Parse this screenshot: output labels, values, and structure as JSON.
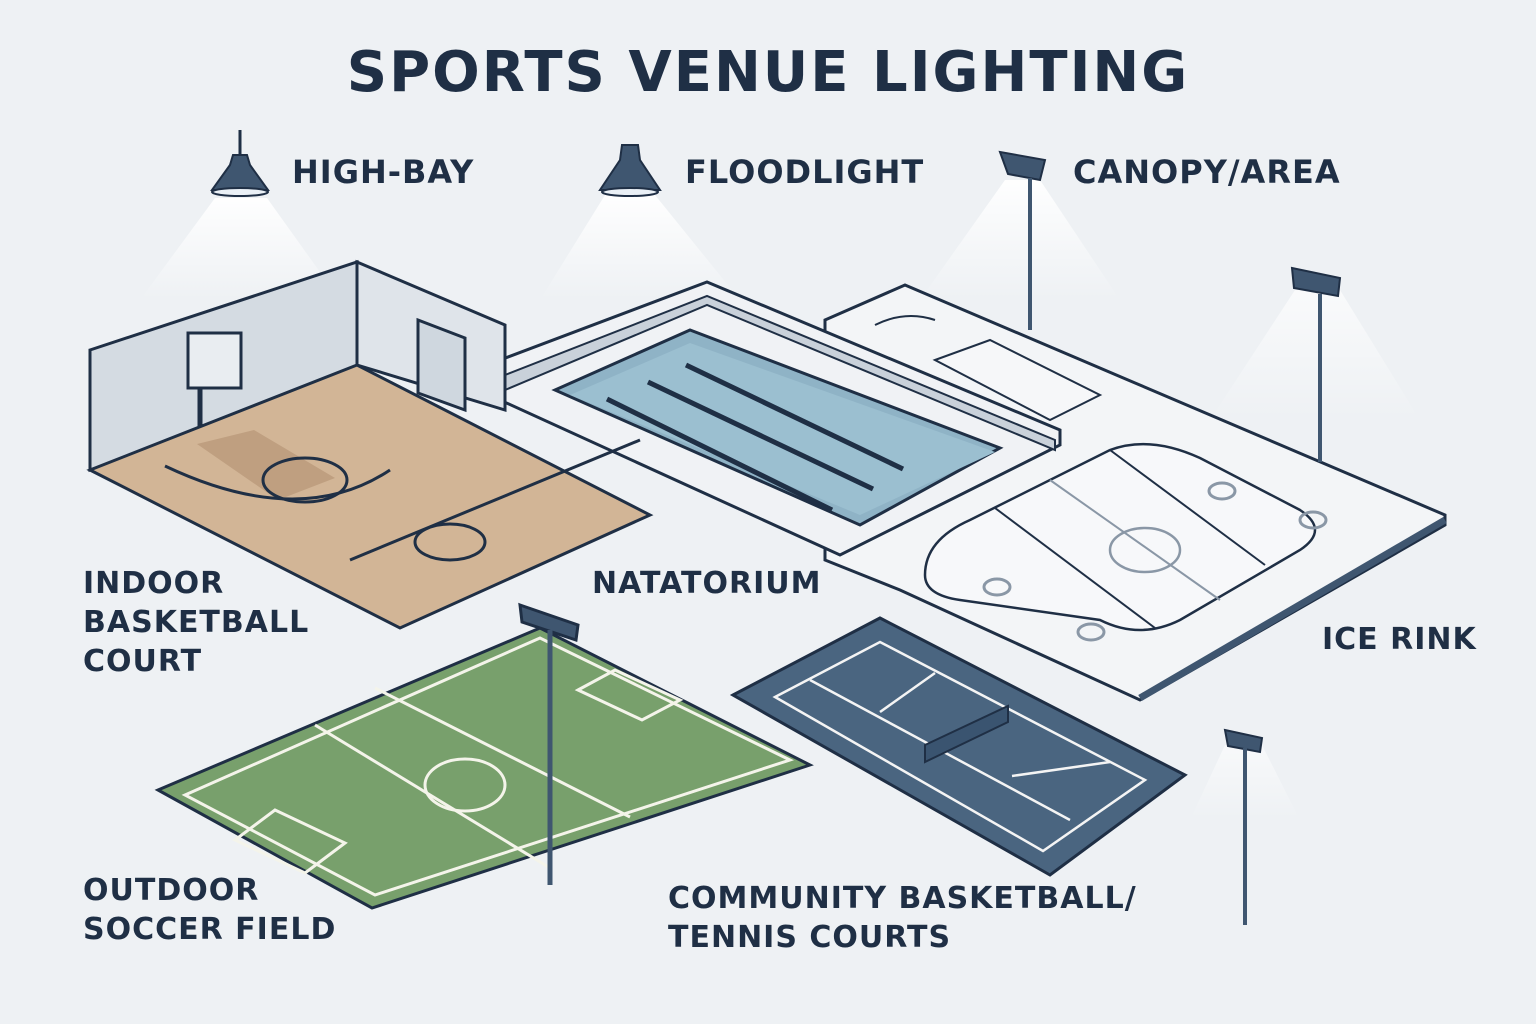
{
  "title": "SPORTS VENUE LIGHTING",
  "legend": [
    {
      "icon": "high-bay-lamp-icon",
      "label": "HIGH-BAY"
    },
    {
      "icon": "floodlight-icon",
      "label": "FLOODLIGHT"
    },
    {
      "icon": "canopy-area-light-icon",
      "label": "CANOPY/AREA"
    }
  ],
  "venues": [
    {
      "id": "indoor-basketball",
      "label": "INDOOR\nBASKETBALL\nCOURT"
    },
    {
      "id": "natatorium",
      "label": "NATATORIUM"
    },
    {
      "id": "ice-rink",
      "label": "ICE RINK"
    },
    {
      "id": "outdoor-soccer",
      "label": "OUTDOOR\nSOCCER FIELD"
    },
    {
      "id": "community-courts",
      "label": "COMMUNITY BASKETBALL/\nTENNIS COURTS"
    }
  ],
  "colors": {
    "background": "#eef1f4",
    "ink": "#1f2f45",
    "fixture": "#3f5670",
    "wood_floor": "#d2b596",
    "pool_water": "#8fb3c6",
    "ice": "#f4f6f8",
    "grass": "#78a06c",
    "court_blue": "#4a6580"
  }
}
